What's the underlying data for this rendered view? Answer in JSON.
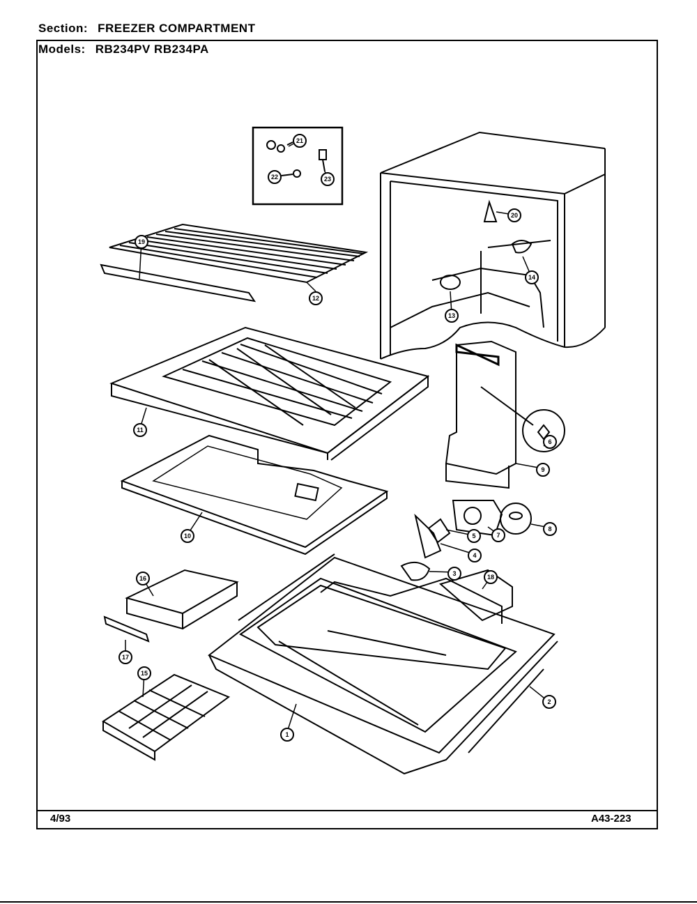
{
  "header": {
    "section_label": "Section:",
    "section_value": "FREEZER COMPARTMENT",
    "models_label": "Models:",
    "models_value": "RB234PV RB234PA"
  },
  "footer": {
    "date": "4/93",
    "code": "A43-223"
  },
  "callouts": [
    "1",
    "2",
    "3",
    "4",
    "5",
    "6",
    "7",
    "8",
    "9",
    "10",
    "11",
    "12",
    "13",
    "14",
    "15",
    "16",
    "17",
    "18",
    "19",
    "20",
    "21",
    "22",
    "23"
  ]
}
